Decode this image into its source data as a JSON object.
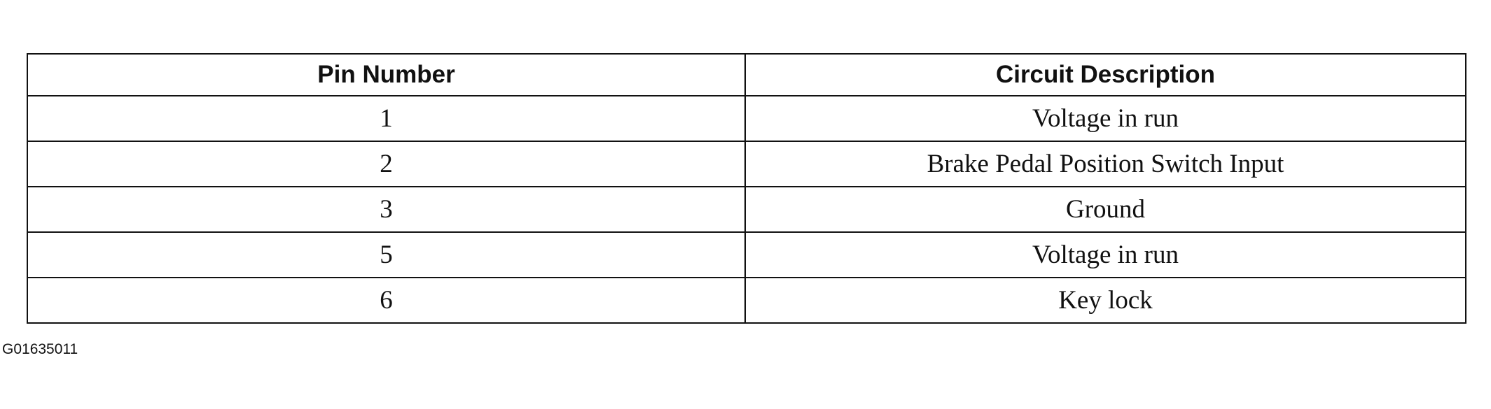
{
  "table": {
    "headers": [
      "Pin Number",
      "Circuit Description"
    ],
    "rows": [
      [
        "1",
        "Voltage in run"
      ],
      [
        "2",
        "Brake Pedal Position Switch Input"
      ],
      [
        "3",
        "Ground"
      ],
      [
        "5",
        "Voltage in run"
      ],
      [
        "6",
        "Key lock"
      ]
    ]
  },
  "figure_id": "G01635011"
}
